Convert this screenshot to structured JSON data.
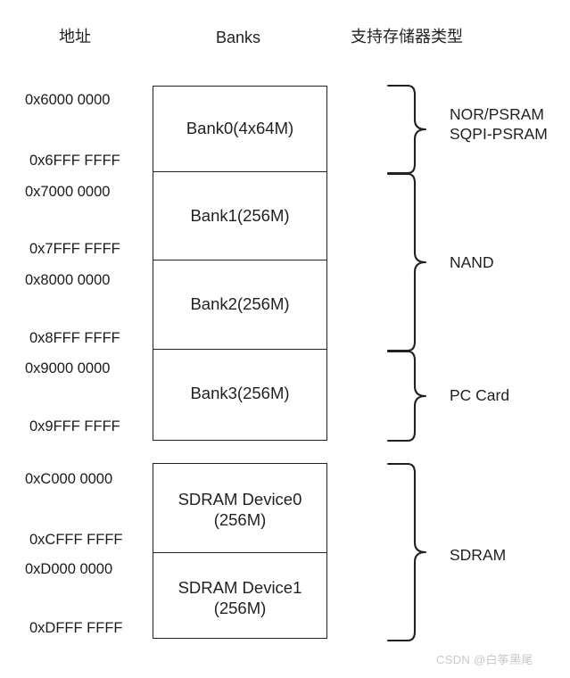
{
  "headers": {
    "address": "地址",
    "banks": "Banks",
    "memory_types": "支持存储器类型"
  },
  "addresses": [
    {
      "label": "0x6000 0000"
    },
    {
      "label": "0x6FFF FFFF"
    },
    {
      "label": "0x7000 0000"
    },
    {
      "label": "0x7FFF FFFF"
    },
    {
      "label": "0x8000 0000"
    },
    {
      "label": "0x8FFF FFFF"
    },
    {
      "label": "0x9000 0000"
    },
    {
      "label": "0x9FFF FFFF"
    },
    {
      "label": "0xC000 0000"
    },
    {
      "label": "0xCFFF FFFF"
    },
    {
      "label": "0xD000 0000"
    },
    {
      "label": "0xDFFF FFFF"
    }
  ],
  "banks": [
    {
      "name": "Bank0(4x64M)",
      "line2": ""
    },
    {
      "name": "Bank1(256M)",
      "line2": ""
    },
    {
      "name": "Bank2(256M)",
      "line2": ""
    },
    {
      "name": "Bank3(256M)",
      "line2": ""
    },
    {
      "name": "SDRAM Device0",
      "line2": "(256M)"
    },
    {
      "name": "SDRAM Device1",
      "line2": "(256M)"
    }
  ],
  "memory_types": [
    {
      "line1": "NOR/PSRAM",
      "line2": "SQPI-PSRAM"
    },
    {
      "line1": "NAND",
      "line2": ""
    },
    {
      "line1": "PC Card",
      "line2": ""
    },
    {
      "line1": "SDRAM",
      "line2": ""
    }
  ],
  "watermark": "CSDN @白筝黑尾",
  "colors": {
    "stroke": "#231f20",
    "text": "#231f20",
    "background": "#ffffff",
    "watermark": "#c9c9c9"
  }
}
